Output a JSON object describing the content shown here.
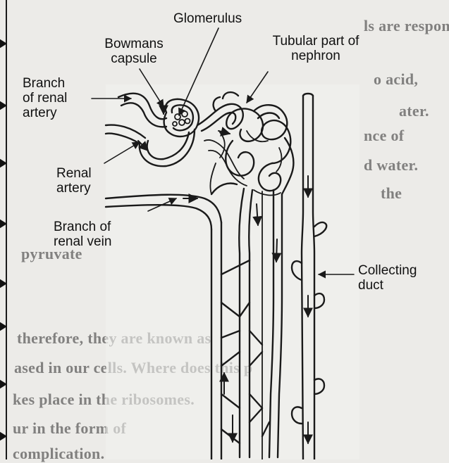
{
  "labels": {
    "glomerulus": "Glomerulus",
    "bowmans_capsule_line1": "Bowmans",
    "bowmans_capsule_line2": "capsule",
    "tubular_line1": "Tubular part of",
    "tubular_line2": "nephron",
    "branch_artery_line1": "Branch",
    "branch_artery_line2": "of renal",
    "branch_artery_line3": "artery",
    "renal_artery_line1": "Renal",
    "renal_artery_line2": "artery",
    "branch_vein_line1": "Branch of",
    "branch_vein_line2": "renal vein",
    "collecting_line1": "Collecting",
    "collecting_line2": "duct"
  },
  "background_text": [
    "ls are responsi",
    "o acid,",
    "ater.",
    "nce of",
    "d water.",
    "the",
    "pyruvate",
    "therefore, they are known as",
    "ased in our cells. Where does this p",
    "kes place in the ribosomes.",
    "ur in the form of",
    "complication."
  ],
  "colors": {
    "ink": "#1a1a1a",
    "paper": "#ecebe8"
  }
}
